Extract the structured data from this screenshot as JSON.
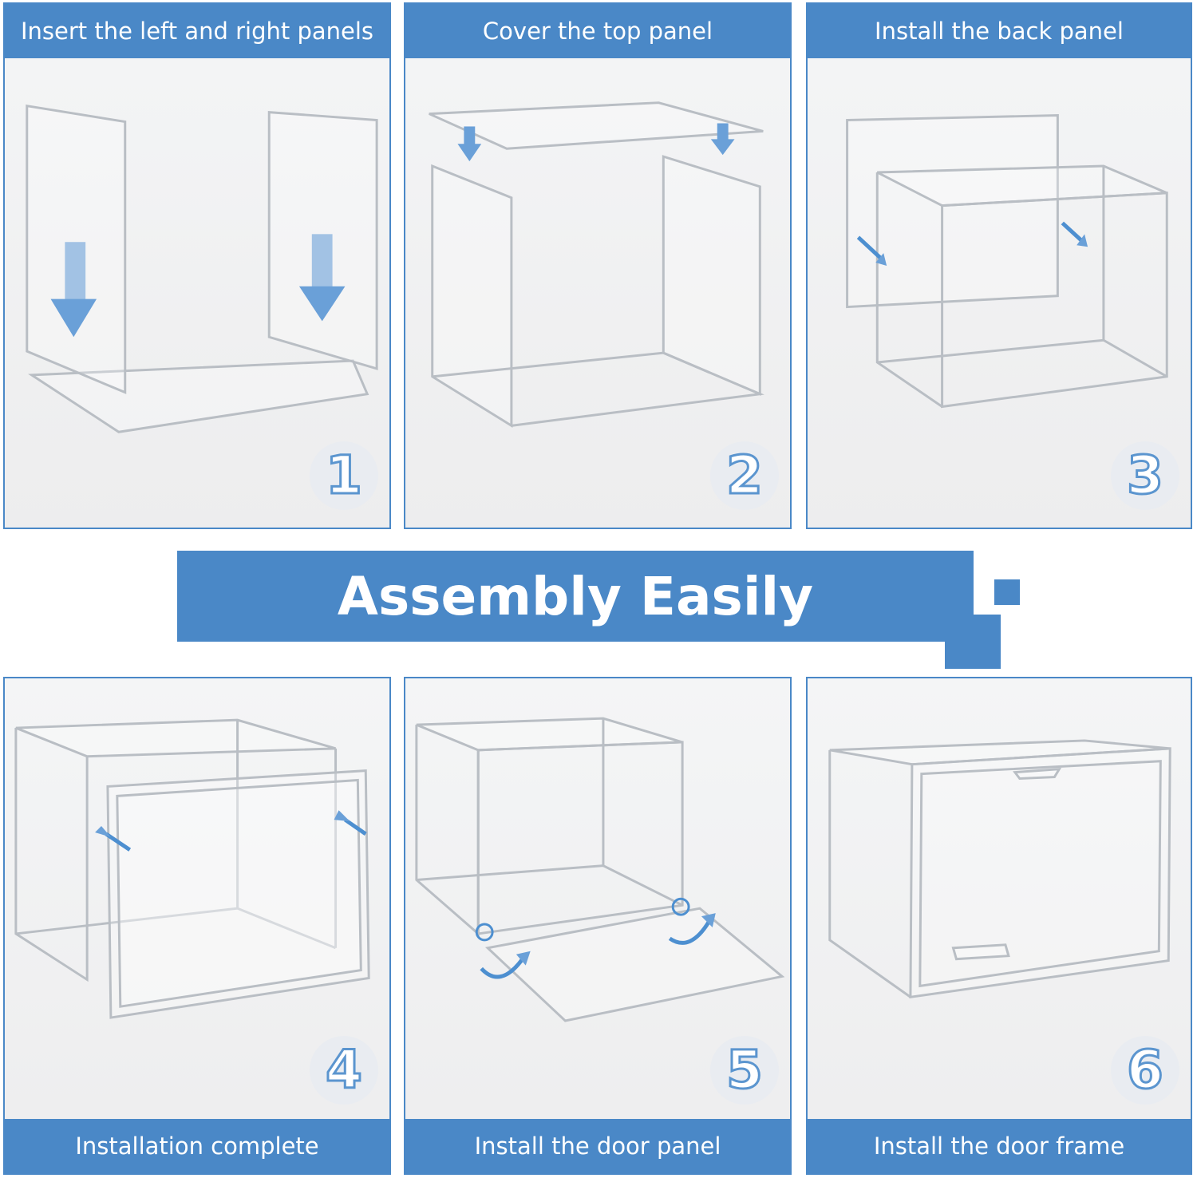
{
  "headline": "Assembly Easily",
  "steps": [
    {
      "number": "1",
      "label": "Insert the left and right panels"
    },
    {
      "number": "2",
      "label": "Cover the top panel"
    },
    {
      "number": "3",
      "label": "Install the back panel"
    },
    {
      "number": "4",
      "label": "Installation complete"
    },
    {
      "number": "5",
      "label": "Install the door panel"
    },
    {
      "number": "6",
      "label": "Install the door frame"
    }
  ],
  "colors": {
    "accent": "#4a88c7",
    "panel_bg": "#efeff0",
    "outline": "#b9bec4"
  }
}
